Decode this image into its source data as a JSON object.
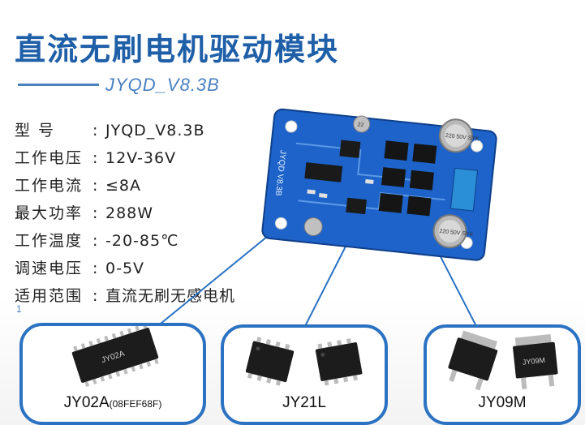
{
  "header": {
    "title": "直流无刷电机驱动模块",
    "model": "JYQD_V8.3B"
  },
  "specs": [
    {
      "label": "型  号",
      "value": "JYQD_V8.3B"
    },
    {
      "label": "工作电压",
      "value": "12V-36V"
    },
    {
      "label": "工作电流",
      "value": "≤8A"
    },
    {
      "label": "最大功率",
      "value": "288W"
    },
    {
      "label": "工作温度",
      "value": "-20-85℃"
    },
    {
      "label": "调速电压",
      "value": "0-5V"
    },
    {
      "label": "适用范围",
      "value": "直流无刷无感电机"
    }
  ],
  "note": "1",
  "board": {
    "silk_model": "JYQD V8.3B",
    "capacitor_text": "220 50V SYK",
    "small_cap_text": "22"
  },
  "chips": [
    {
      "label": "JY02A",
      "sub_label": "(08FEF68F)",
      "marking": "JY02A"
    },
    {
      "label": "JY21L",
      "sub_label": "",
      "marking": ""
    },
    {
      "label": "JY09M",
      "sub_label": "",
      "marking": "JY09M"
    }
  ],
  "colors": {
    "title": "#1f5fa8",
    "accent": "#2b72c2",
    "pcb": "#1d63c9"
  }
}
